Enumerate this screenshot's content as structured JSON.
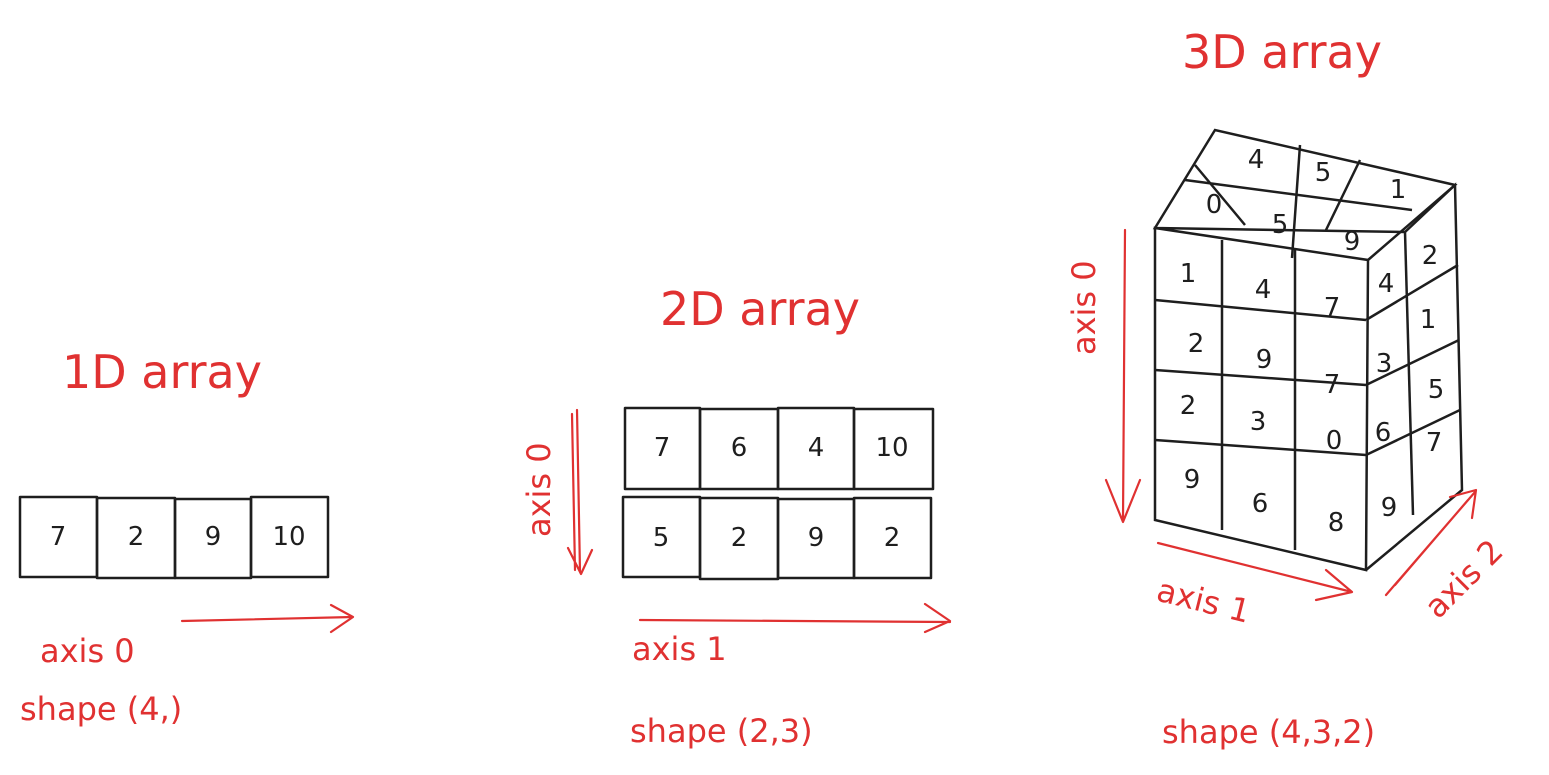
{
  "one_d": {
    "title": "1D array",
    "values": [
      "7",
      "2",
      "9",
      "10"
    ],
    "axis0_label": "axis 0",
    "shape_label": "shape (4,)"
  },
  "two_d": {
    "title": "2D array",
    "rows": [
      [
        "7",
        "6",
        "4",
        "10"
      ],
      [
        "5",
        "2",
        "9",
        "2"
      ]
    ],
    "axis0_label": "axis 0",
    "axis1_label": "axis 1",
    "shape_label": "shape (2,3)"
  },
  "three_d": {
    "title": "3D array",
    "top_back": [
      "4",
      "5",
      "1"
    ],
    "top_front": [
      "0",
      "5",
      "9"
    ],
    "front_rows": [
      [
        "1",
        "4",
        "7"
      ],
      [
        "2",
        "9",
        "7"
      ],
      [
        "2",
        "3",
        "0"
      ],
      [
        "9",
        "6",
        "8"
      ]
    ],
    "side_front": [
      "4",
      "3",
      "6",
      "9"
    ],
    "side_back": [
      "2",
      "1",
      "5",
      "7"
    ],
    "axis0_label": "axis 0",
    "axis1_label": "axis 1",
    "axis2_label": "axis 2",
    "shape_label": "shape (4,3,2)"
  },
  "colors": {
    "accent": "#e03131",
    "ink": "#1e1e1e"
  }
}
